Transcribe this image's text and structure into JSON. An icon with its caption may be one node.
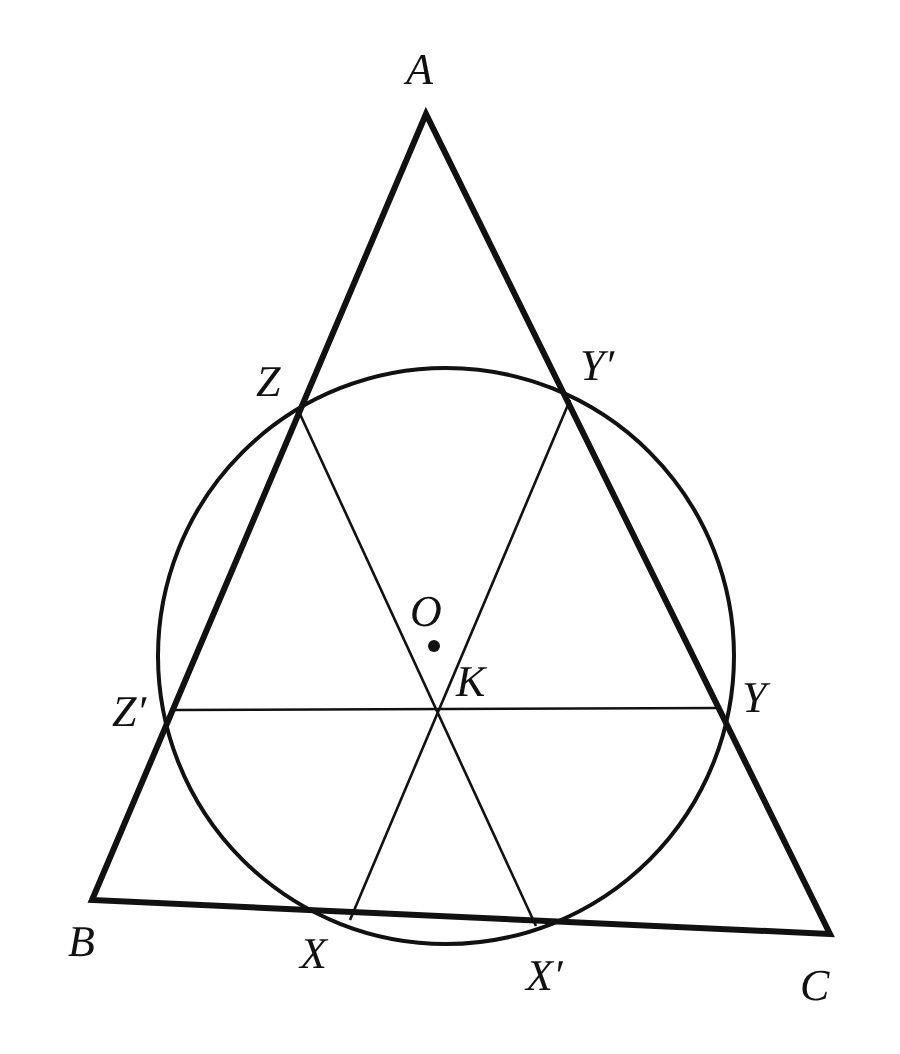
{
  "diagram": {
    "labels": [
      "A",
      "Z",
      "Y′",
      "O",
      "K",
      "Z′",
      "Y",
      "B",
      "X",
      "X′",
      "C"
    ]
  }
}
